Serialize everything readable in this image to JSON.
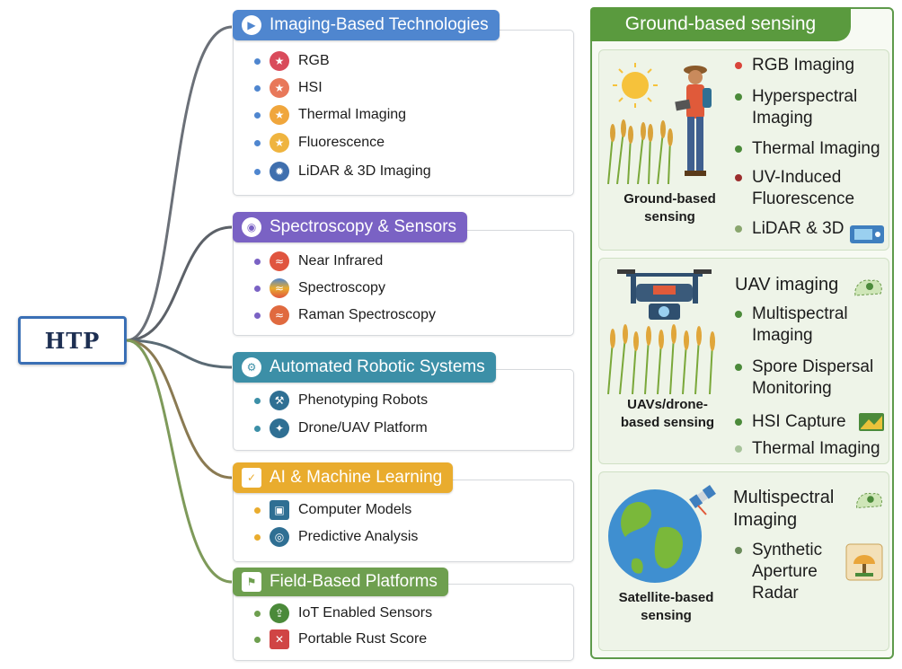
{
  "root": {
    "label": "HTP"
  },
  "categories": [
    {
      "title": "Imaging-Based Technologies",
      "color": "#4f86cf",
      "items": [
        {
          "label": "RGB",
          "icon": "star-icon",
          "color": "#d94b5b"
        },
        {
          "label": "HSI",
          "icon": "star-icon",
          "color": "#e8785a"
        },
        {
          "label": "Thermal Imaging",
          "icon": "star-icon",
          "color": "#f0a63c"
        },
        {
          "label": "Fluorescence",
          "icon": "star-icon",
          "color": "#efb43f"
        },
        {
          "label": "LiDAR & 3D Imaging",
          "icon": "lidar-icon",
          "color": "#3f6fae"
        }
      ]
    },
    {
      "title": "Spectroscopy & Sensors",
      "color": "#7a62c4",
      "items": [
        {
          "label": "Near Infrared",
          "icon": "wave-icon",
          "color": "#e0553f"
        },
        {
          "label": "Spectroscopy",
          "icon": "spectrum-icon",
          "color": "#d9873a"
        },
        {
          "label": "Raman Spectroscopy",
          "icon": "wave-icon",
          "color": "#e06a3f"
        }
      ]
    },
    {
      "title": "Automated Robotic Systems",
      "color": "#3c8fa7",
      "items": [
        {
          "label": "Phenotyping Robots",
          "icon": "robot-arm-icon",
          "color": "#2f6f93"
        },
        {
          "label": "Drone/UAV Platform",
          "icon": "drone-icon",
          "color": "#2f6f93"
        }
      ]
    },
    {
      "title": "AI & Machine Learning",
      "color": "#e9ac2e",
      "items": [
        {
          "label": "Computer Models",
          "icon": "monitor-icon",
          "color": "#2f6f93"
        },
        {
          "label": "Predictive Analysis",
          "icon": "target-icon",
          "color": "#2f6f93"
        }
      ]
    },
    {
      "title": "Field-Based Platforms",
      "color": "#6e9f4f",
      "items": [
        {
          "label": "IoT Enabled Sensors",
          "icon": "antenna-icon",
          "color": "#4b8a3a"
        },
        {
          "label": "Portable Rust Score",
          "icon": "envelope-icon",
          "color": "#d04545"
        }
      ]
    }
  ],
  "right_panel": {
    "title": "Ground-based sensing",
    "sections": [
      {
        "illustration_label": "Ground-based sensing",
        "items": [
          {
            "label": "RGB Imaging",
            "dot_color": "#d9443a"
          },
          {
            "label": "Hyperspectral Imaging",
            "dot_color": "#4b8a3a"
          },
          {
            "label": "Thermal Imaging",
            "dot_color": "#4b8a3a"
          },
          {
            "label": "UV-Induced Fluorescence",
            "dot_color": "#9b2d2d"
          },
          {
            "label": "LiDAR & 3D",
            "dot_color": "#8aa66e"
          }
        ]
      },
      {
        "illustration_label": "UAVs/drone-based sensing",
        "heading": "UAV imaging",
        "items": [
          {
            "label": "Multispectral Imaging",
            "dot_color": "#4b8a3a"
          },
          {
            "label": "Spore Dispersal Monitoring",
            "dot_color": "#4b8a3a"
          },
          {
            "label": "HSI Capture",
            "dot_color": "#4b8a3a"
          },
          {
            "label": "Thermal Imaging",
            "dot_color": "#a7c39a"
          }
        ]
      },
      {
        "illustration_label": "Satellite-based sensing",
        "heading": "Multispectral Imaging",
        "items": [
          {
            "label": "Synthetic Aperture Radar",
            "dot_color": "#6a8a5a"
          }
        ]
      }
    ]
  }
}
